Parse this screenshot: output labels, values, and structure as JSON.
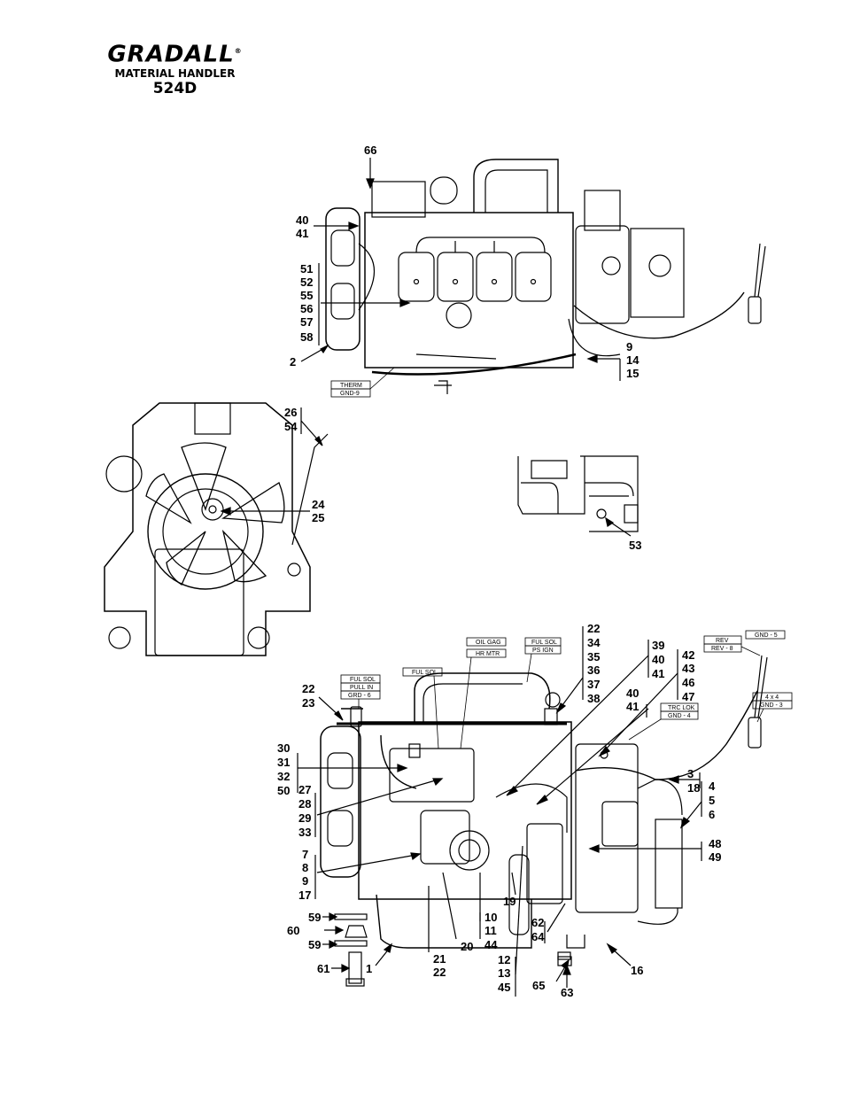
{
  "header": {
    "brand": "GRADALL",
    "registered": "®",
    "product": "MATERIAL HANDLER",
    "model": "524D"
  },
  "callouts": {
    "top": [
      "66",
      "40",
      "41",
      "51",
      "52",
      "55",
      "56",
      "57",
      "58",
      "2",
      "9",
      "14",
      "15"
    ],
    "front": [
      "26",
      "54",
      "24",
      "25"
    ],
    "detail": [
      "53"
    ],
    "side": [
      "22",
      "23",
      "30",
      "31",
      "32",
      "50",
      "27",
      "28",
      "29",
      "33",
      "7",
      "8",
      "9",
      "17",
      "59",
      "60",
      "59",
      "61",
      "1",
      "21",
      "22",
      "20",
      "10",
      "11",
      "44",
      "19",
      "12",
      "13",
      "45",
      "62",
      "64",
      "65",
      "63",
      "16",
      "22",
      "34",
      "35",
      "36",
      "37",
      "38",
      "39",
      "40",
      "41",
      "40",
      "41",
      "42",
      "43",
      "46",
      "47",
      "3",
      "18",
      "4",
      "5",
      "6",
      "48",
      "49"
    ]
  },
  "wire_tags": {
    "therm": [
      "THERM",
      "GND-9"
    ],
    "ful_sol_pull": [
      "FUL SOL",
      "PULL IN",
      "GRD - 6"
    ],
    "ful_sol": "FUL SOL",
    "oil_gag": [
      "OIL GAG",
      "HR MTR"
    ],
    "ful_sol_ps": [
      "FUL SOL",
      "PS IGN"
    ],
    "rev": [
      "REV",
      "REV - 8"
    ],
    "gnd5": "GND - 5",
    "trc_lok": [
      "TRC LOK",
      "GND - 4"
    ],
    "four_by_four": [
      "4 x 4",
      "GND - 3"
    ]
  }
}
